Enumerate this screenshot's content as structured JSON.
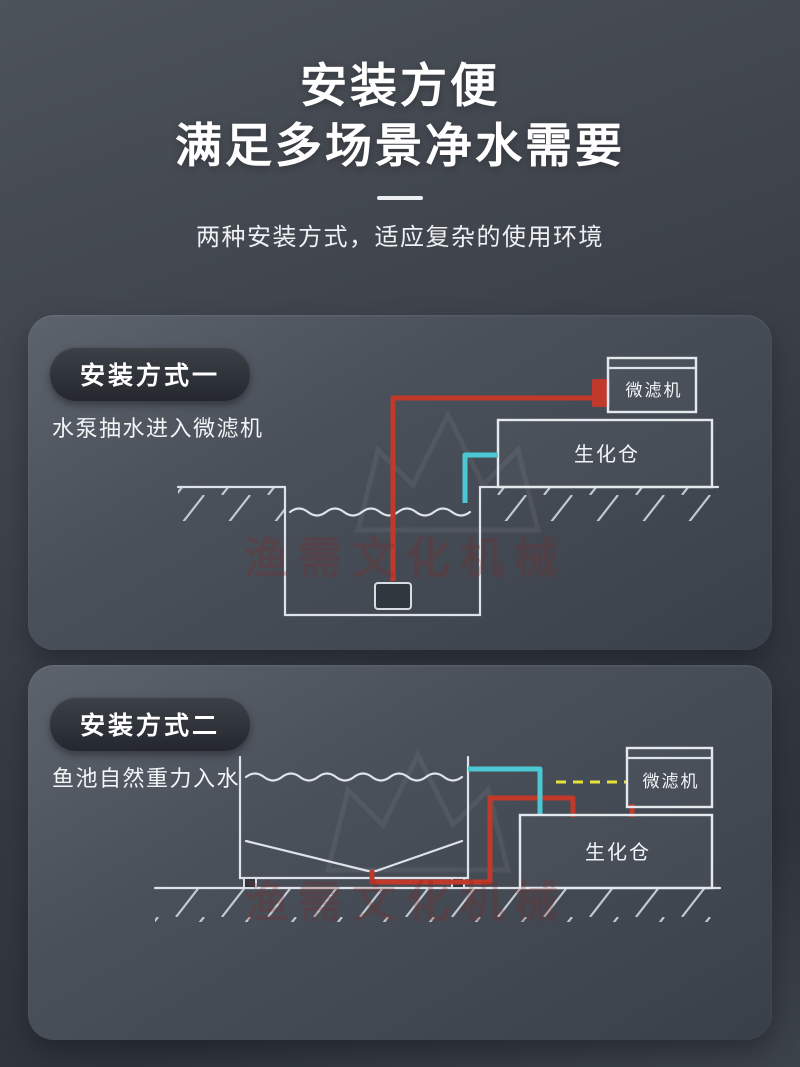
{
  "header": {
    "title_line1": "安装方便",
    "title_line2": "满足多场景净水需要",
    "subtitle": "两种安装方式，适应复杂的使用环境"
  },
  "panels": [
    {
      "badge": "安装方式一",
      "description": "水泵抽水进入微滤机",
      "filter_label": "微滤机",
      "bio_label": "生化仓"
    },
    {
      "badge": "安装方式二",
      "description": "鱼池自然重力入水",
      "filter_label": "微滤机",
      "bio_label": "生化仓"
    }
  ],
  "watermark": "渔需文化机械",
  "colors": {
    "pipe_red": "#c0392b",
    "pipe_cyan": "#4cc8d4",
    "pipe_yellow": "#e6e23c",
    "line_white": "#dde3e8"
  }
}
